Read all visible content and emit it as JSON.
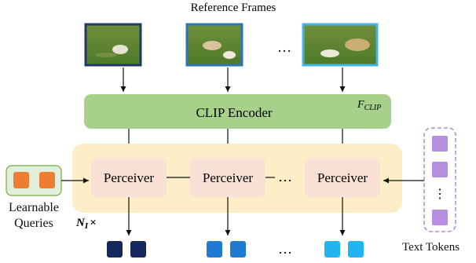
{
  "header": {
    "title": "Reference Frames",
    "ellipsis": "…"
  },
  "encoder": {
    "label": "CLIP Encoder",
    "feature_label": "F",
    "feature_sub": "CLIP"
  },
  "perceivers": {
    "labels": [
      "Perceiver",
      "Perceiver",
      "Perceiver"
    ],
    "ellipsis": "…"
  },
  "queries": {
    "label_line1": "Learnable",
    "label_line2": "Queries"
  },
  "repeat": {
    "label": "N",
    "sub": "I",
    "times": "×"
  },
  "text_tokens": {
    "label": "Text Tokens",
    "dots": "⋮"
  },
  "outputs": {
    "ellipsis": "…"
  },
  "colors": {
    "encoder_fill": "#a7d18a",
    "perceiver_area": "#fdeec8",
    "perceiver_box": "#fbe0d6",
    "query_box": "#e2efda",
    "query_square": "#ed7d31",
    "text_token": "#b48ee0",
    "frame_border_dark": "#1f3864",
    "frame_border_mid": "#2e75b6",
    "frame_border_light": "#41b6e6",
    "out_dark": "#13285c",
    "out_mid": "#1f7bd1",
    "out_light": "#20b4f0"
  }
}
